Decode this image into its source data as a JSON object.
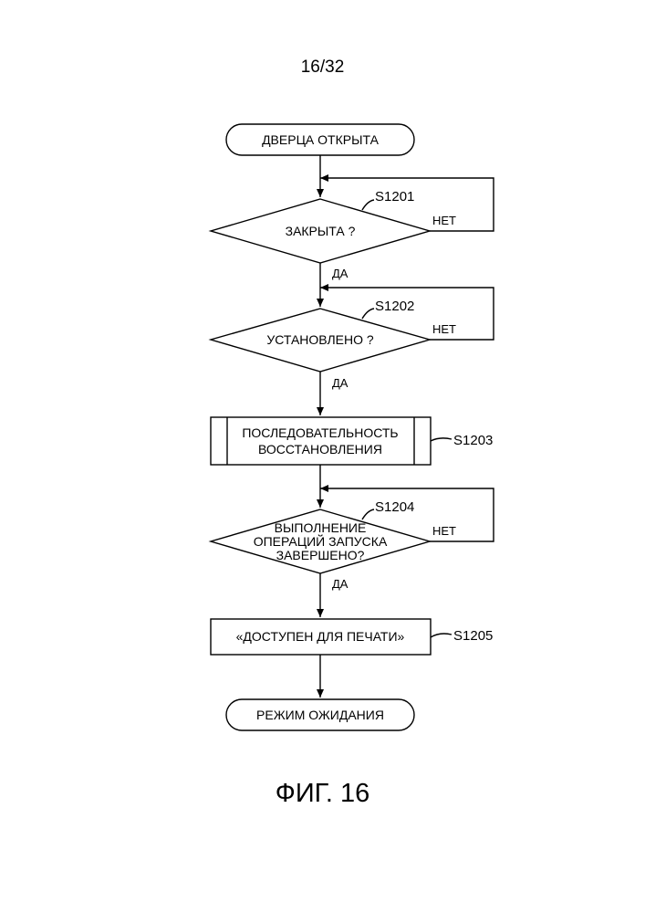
{
  "page_number": "16/32",
  "figure_caption": "ФИГ. 16",
  "flowchart": {
    "start": "ДВЕРЦА ОТКРЫТА",
    "end": "РЕЖИМ ОЖИДАНИЯ",
    "steps": [
      {
        "ref": "S1201",
        "type": "decision",
        "lines": [
          "ЗАКРЫТА ?"
        ],
        "no": "НЕТ",
        "yes": "ДА"
      },
      {
        "ref": "S1202",
        "type": "decision",
        "lines": [
          "УСТАНОВЛЕНО ?"
        ],
        "no": "НЕТ",
        "yes": "ДА"
      },
      {
        "ref": "S1203",
        "type": "subroutine",
        "lines": [
          "ПОСЛЕДОВАТЕЛЬНОСТЬ",
          "ВОССТАНОВЛЕНИЯ"
        ]
      },
      {
        "ref": "S1204",
        "type": "decision",
        "lines": [
          "ВЫПОЛНЕНИЕ",
          "ОПЕРАЦИЙ ЗАПУСКА",
          "ЗАВЕРШЕНО?"
        ],
        "no": "НЕТ",
        "yes": "ДА"
      },
      {
        "ref": "S1205",
        "type": "process",
        "lines": [
          "«ДОСТУПЕН ДЛЯ ПЕЧАТИ»"
        ]
      }
    ]
  }
}
